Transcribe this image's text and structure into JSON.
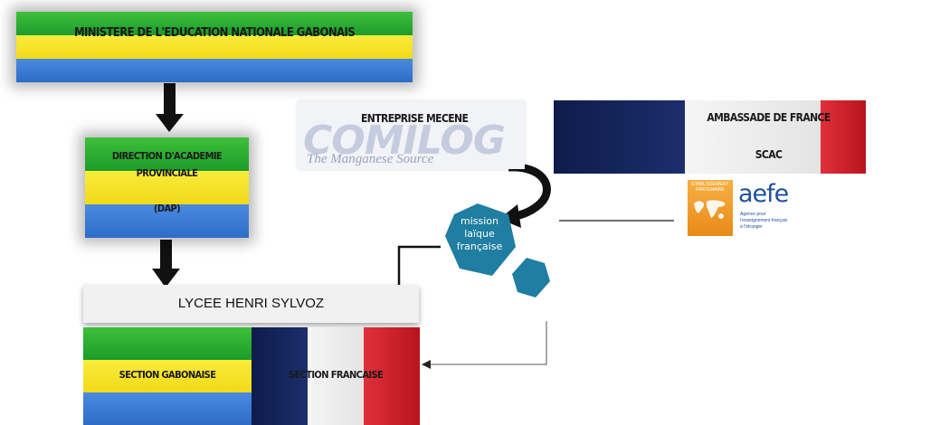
{
  "ministry": {
    "label": "MINISTERE DE L'EDUCATION NATIONALE GABONAIS"
  },
  "dap": {
    "line1": "DIRECTION D'ACADEMIE",
    "line2": "PROVINCIALE",
    "line3": "(DAP)"
  },
  "lycee": {
    "label": "LYCEE HENRI SYLVOZ"
  },
  "section_gabonaise": {
    "label": "SECTION GABONAISE"
  },
  "section_francaise": {
    "label": "SECTION FRANCAISE"
  },
  "entreprise": {
    "label": "ENTREPRISE MECENE",
    "logo_text": "COMILOG",
    "logo_tagline": "The Manganese Source"
  },
  "ambassade": {
    "line1": "AMBASSADE DE FRANCE",
    "line2": "SCAC"
  },
  "mlf": {
    "line1": "mission",
    "line2": "laïque",
    "line3": "française",
    "color": "#1f7ea1"
  },
  "aefe": {
    "partner_text": "ETABLISSEMENT PARTENAIRE",
    "name": "aefe",
    "subtitle_line1": "Agence pour",
    "subtitle_line2": "l'enseignement français",
    "subtitle_line3": "à l'étranger",
    "color": "#1f4f9c"
  },
  "colors": {
    "gabon_green": "#1c9c2a",
    "gabon_yellow": "#f2d919",
    "gabon_blue": "#2e6cc8",
    "france_blue": "#0d1c4a",
    "france_red": "#e0303a"
  }
}
